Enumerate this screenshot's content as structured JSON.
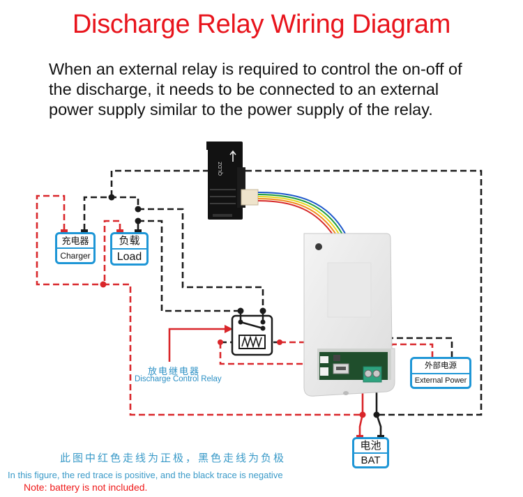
{
  "title": "Discharge Relay Wiring Diagram",
  "intro_lines": [
    "When an external relay is required to control the on-off of",
    "the discharge, it needs to be connected to an external",
    "power supply similar to the power supply of the relay."
  ],
  "components": {
    "charger": {
      "cn": "充电器",
      "en": "Charger"
    },
    "load": {
      "cn": "负载",
      "en": "Load"
    },
    "external_power": {
      "cn": "外部电源",
      "en": "External Power"
    },
    "battery": {
      "cn": "电池",
      "en": "BAT"
    },
    "relay": {
      "cn": "放电继电器",
      "en": "Discharge Control Relay"
    },
    "sensor": {
      "marking": "QLDZ"
    }
  },
  "legend": {
    "cn": "此图中红色走线为正极，黑色走线为负极",
    "en": "In this figure, the red trace is positive, and the black trace is negative",
    "note": "Note: battery is not included."
  },
  "colors": {
    "title": "#e8141c",
    "positive_trace": "#d9262a",
    "negative_trace": "#1a1a1a",
    "label_border": "#1e96d6",
    "caption": "#2a8fc4"
  }
}
